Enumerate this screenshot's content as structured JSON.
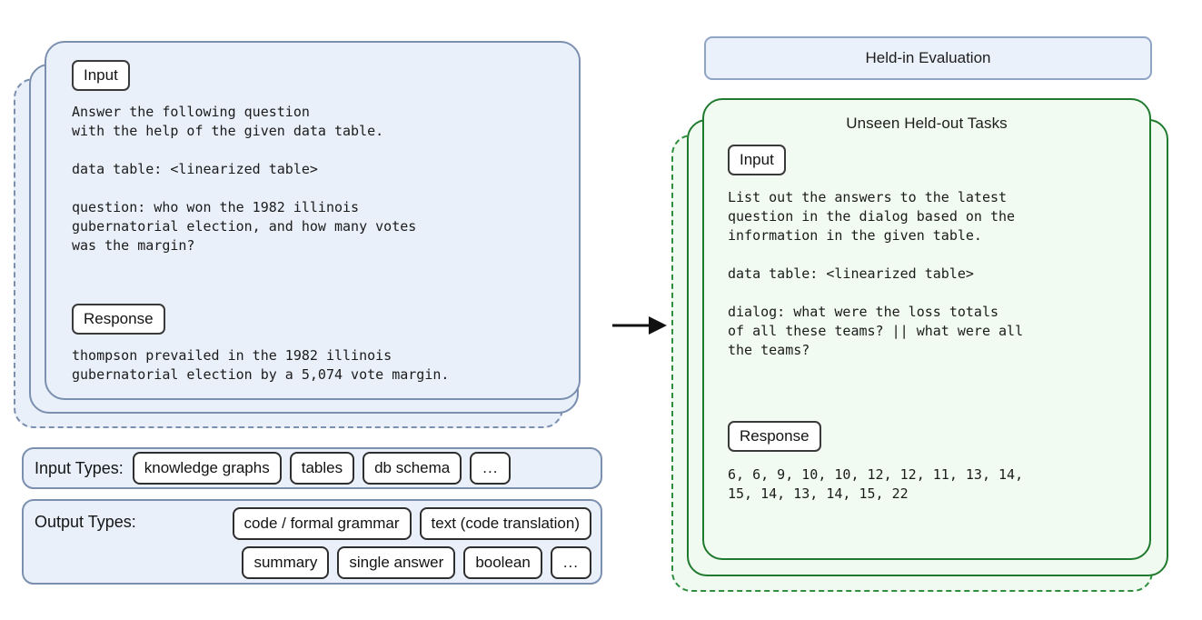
{
  "left": {
    "card_title": "",
    "input_chip": "Input",
    "response_chip": "Response",
    "input_text": "Answer the following question\nwith the help of the given data table.\n\ndata table: <linearized table>\n\nquestion: who won the 1982 illinois\ngubernatorial election, and how many votes\nwas the margin?",
    "response_text": "thompson prevailed in the 1982 illinois\ngubernatorial election by a 5,074 vote margin."
  },
  "input_types": {
    "label": "Input Types:",
    "items": [
      "knowledge graphs",
      "tables",
      "db schema",
      "..."
    ]
  },
  "output_types": {
    "label": "Output Types:",
    "row1": [
      "code / formal grammar",
      "text (code translation)"
    ],
    "row2": [
      "summary",
      "single answer",
      "boolean",
      "..."
    ]
  },
  "right": {
    "banner": "Held-in Evaluation",
    "card_title": "Unseen Held-out Tasks",
    "input_chip": "Input",
    "response_chip": "Response",
    "input_text": "List out the answers to the latest\nquestion in the dialog based on the\ninformation in the given table.\n\ndata table: <linearized table>\n\ndialog: what were the loss totals\nof all these teams? || what were all\nthe teams?",
    "response_text": "6, 6, 9, 10, 10, 12, 12, 11, 13, 14,\n15, 14, 13, 14, 15, 22"
  },
  "arrow": {
    "name": "right-arrow"
  },
  "colors": {
    "blue_fill": "#e9f0fa",
    "blue_border": "#7b8fae",
    "green_fill": "#f1faf1",
    "green_border": "#1f7a2e",
    "green_dash": "#2f8f3f",
    "chip_border": "#3a3a3a",
    "banner_fill": "#eaf1fb",
    "banner_border": "#8fa5c4"
  }
}
